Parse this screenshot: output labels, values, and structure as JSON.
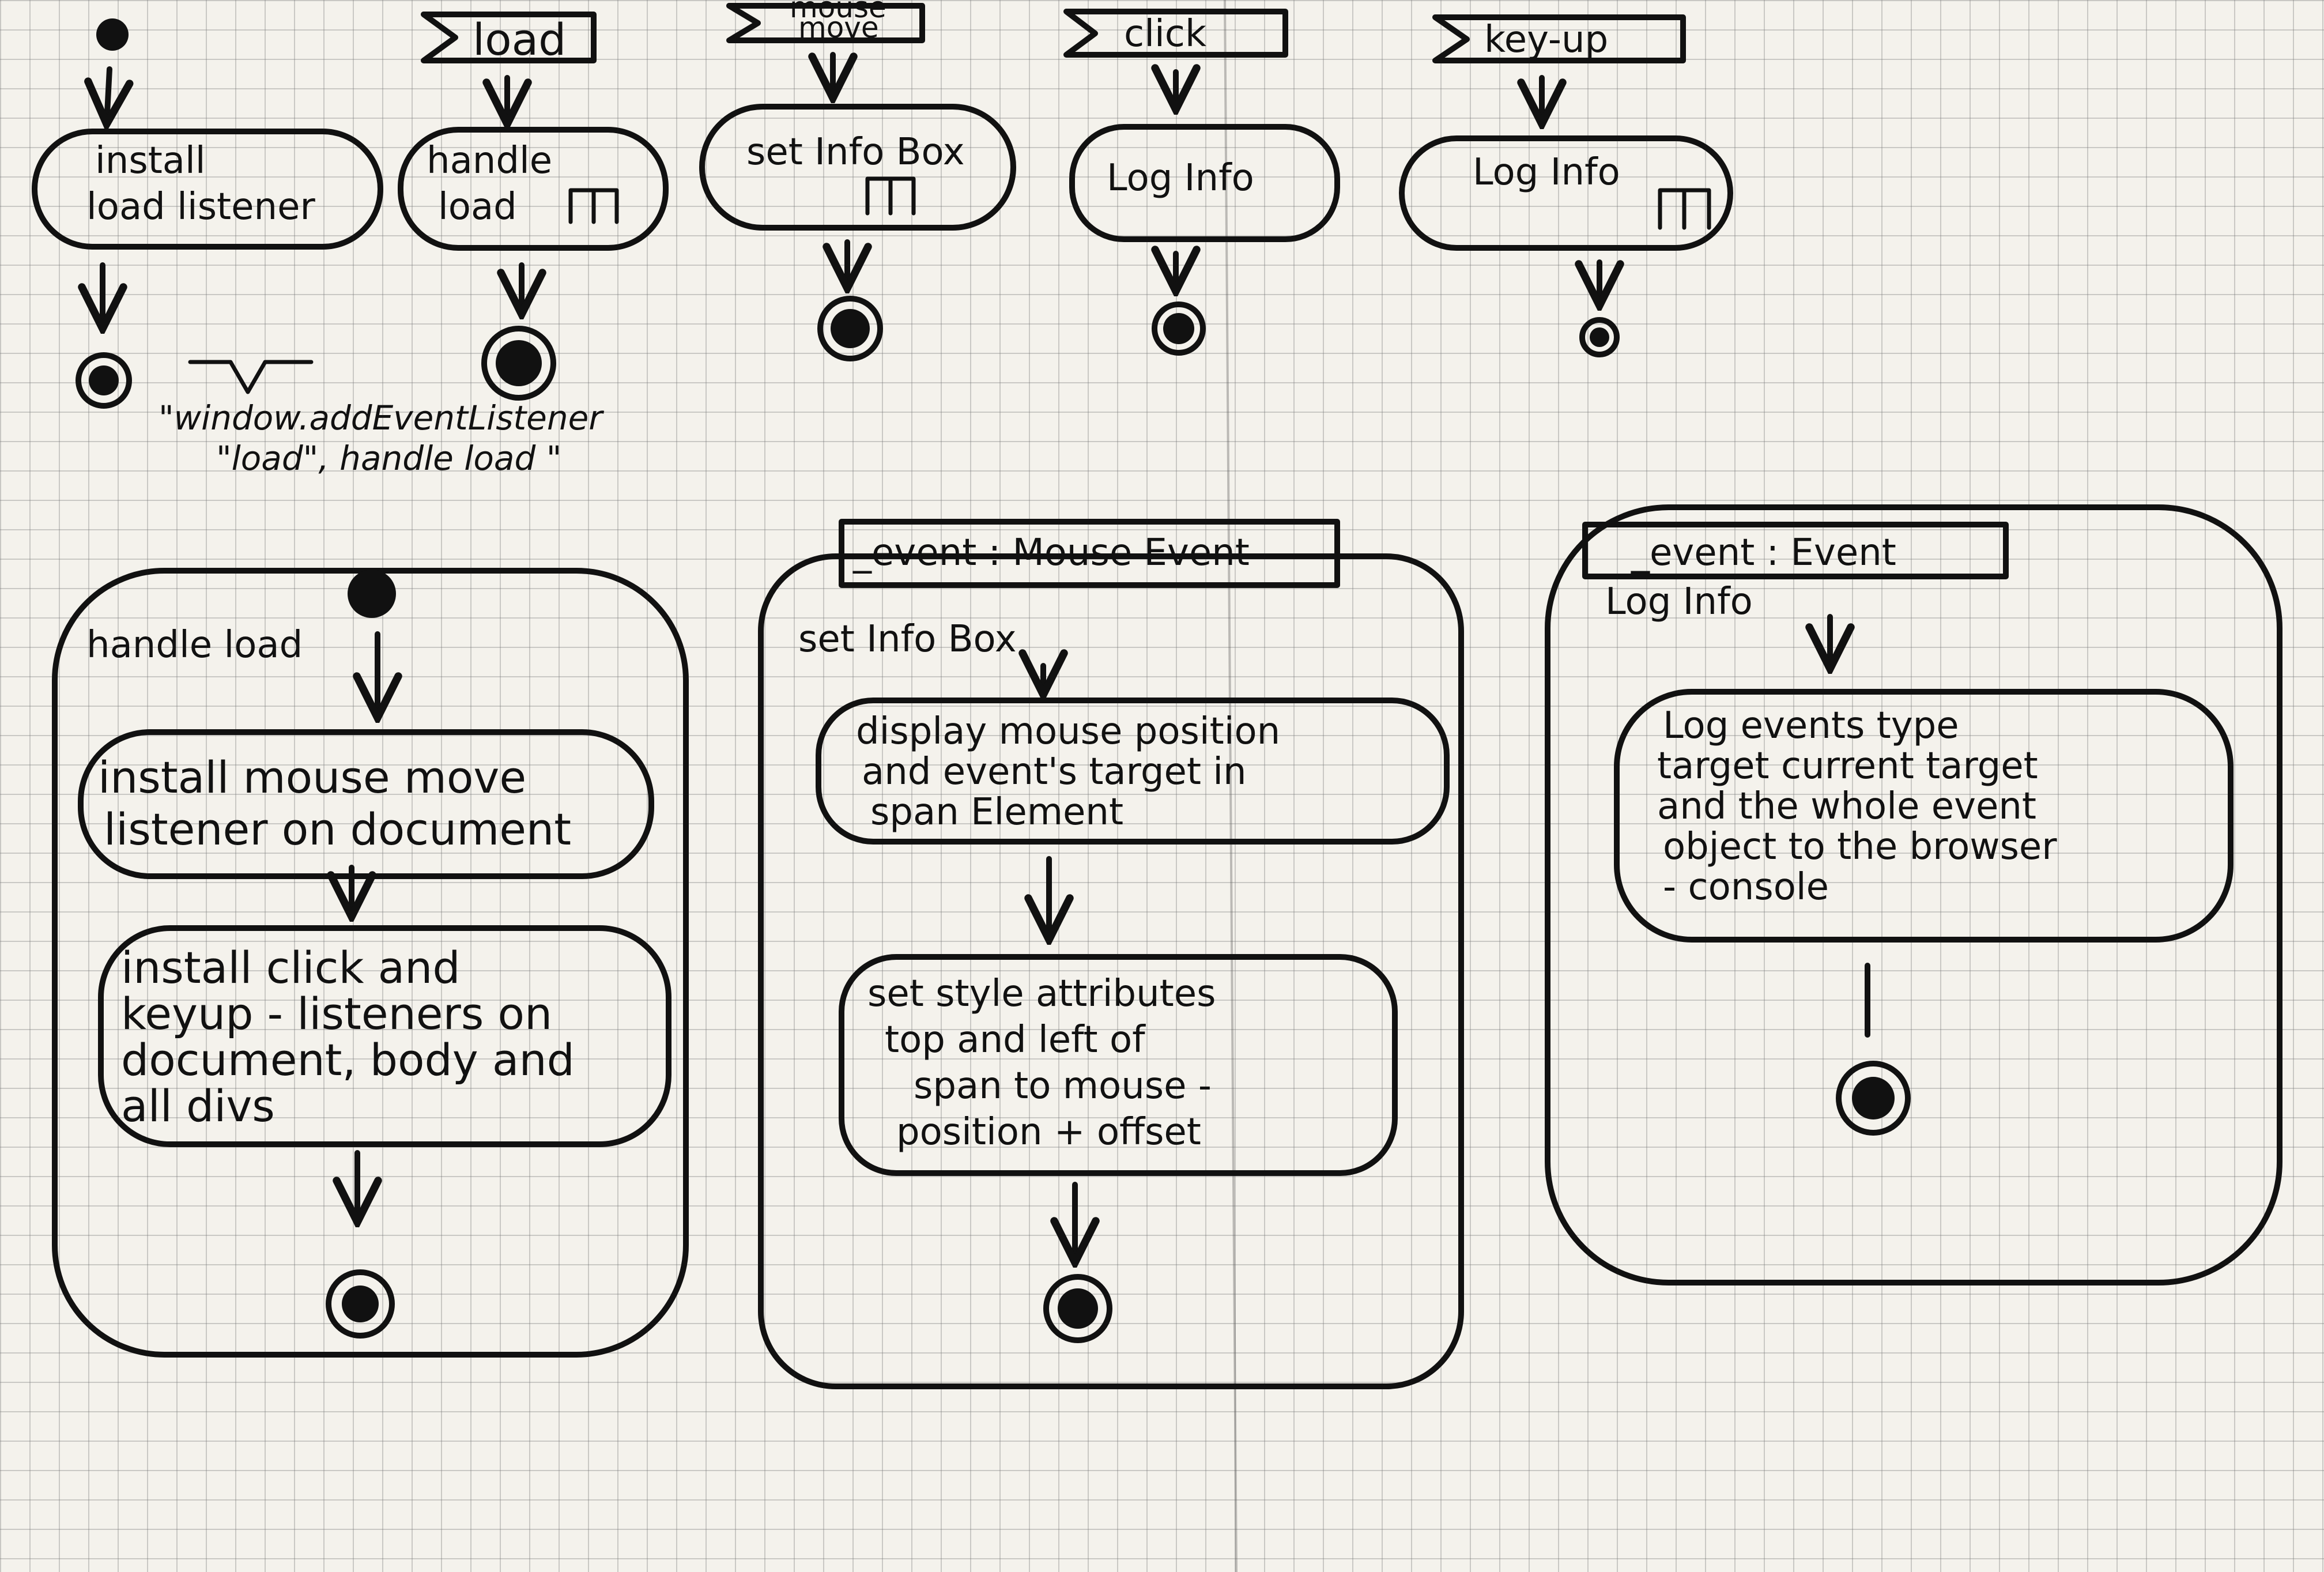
{
  "top_row": {
    "start_label": "",
    "install_load_listener": [
      "install",
      "load listener"
    ],
    "load_signal": "load",
    "handle_load_action": [
      "handle",
      "load"
    ],
    "mouse_move_signal": [
      "mouse",
      "move"
    ],
    "set_info_box_action": "set Info Box",
    "click_signal": "click",
    "log_info_action_click": "Log Info",
    "key_up_signal": "key-up",
    "log_info_action_keyup": "Log Info",
    "note": [
      "\"window.addEventListener",
      "\"load\", handle load \""
    ]
  },
  "bottom_row": {
    "handle_load": {
      "title": "handle load",
      "action1": [
        "install mouse move",
        "listener on document"
      ],
      "action2": [
        "install click and",
        "keyup - listeners on",
        "document, body and",
        "all divs"
      ]
    },
    "set_info_box": {
      "parameter": "_event : Mouse Event",
      "title": "set Info Box",
      "action1": [
        "display mouse position",
        "and event's target in",
        "span Element"
      ],
      "action2": [
        "set style attributes",
        "top and left of",
        "span to mouse -",
        "position + offset"
      ]
    },
    "log_info": {
      "parameter": "_event : Event",
      "title": "Log Info",
      "action1": [
        "Log events type",
        "target current target",
        "and the whole event",
        "object to the browser",
        "- console"
      ]
    }
  }
}
